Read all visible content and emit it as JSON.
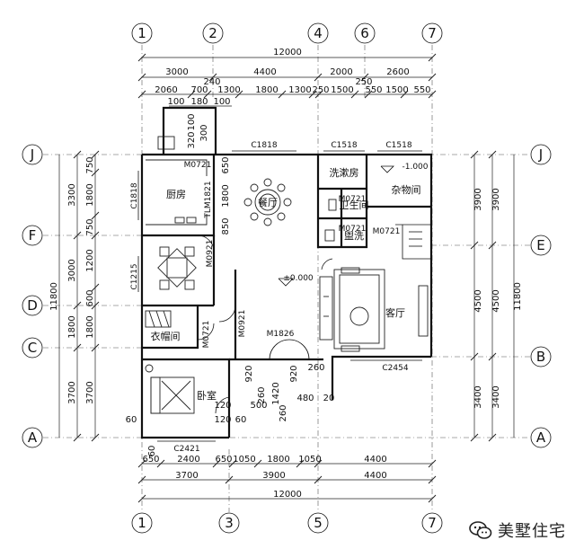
{
  "grid_labels_top": [
    "1",
    "2",
    "4",
    "6",
    "7"
  ],
  "grid_labels_bottom": [
    "1",
    "3",
    "5",
    "7"
  ],
  "grid_labels_left": [
    "J",
    "F",
    "D",
    "C",
    "A"
  ],
  "grid_labels_right": [
    "J",
    "E",
    "B",
    "A"
  ],
  "top_dims": {
    "overall": "12000",
    "row1": [
      "3000",
      "4400",
      "2000",
      "2600"
    ],
    "row2": [
      "2060",
      "700",
      "1300",
      "1800",
      "1300",
      "250",
      "1500",
      "550",
      "1500",
      "550"
    ],
    "row2_extra": [
      "240",
      "250"
    ],
    "row3": [
      "100",
      "180",
      "100"
    ]
  },
  "bottom_dims": {
    "row1": [
      "650",
      "2400",
      "650",
      "1050",
      "1800",
      "1050",
      "4400"
    ],
    "row2": [
      "3700",
      "3900",
      "4400"
    ],
    "overall": "12000"
  },
  "left_dims": {
    "outer": "11800",
    "middle": [
      "3300",
      "3000",
      "1800",
      "3700"
    ],
    "inner": [
      "750",
      "1800",
      "750",
      "1200",
      "600",
      "1800",
      "3700"
    ]
  },
  "right_dims": {
    "outer": "11800",
    "middle": [
      "3900",
      "4500",
      "3400"
    ],
    "inner": [
      "3900",
      "4500",
      "3400"
    ]
  },
  "rooms": {
    "kitchen": "厨房",
    "dining": "餐厅",
    "laundry": "洗漱房",
    "storage": "杂物间",
    "toilet": "卫生间",
    "washroom": "盥洗",
    "living": "客厅",
    "cloakroom": "衣帽间",
    "bedroom": "卧室"
  },
  "codes": {
    "c1818_top": "C1818",
    "c1518_a": "C1518",
    "c1518_b": "C1518",
    "level_minus": "-1.000",
    "level_zero": "±0.000",
    "m0721_a": "M0721",
    "m0721_b": "M0721",
    "m0721_c": "M0721",
    "m0721_d": "M0721",
    "m0721_e": "M0721",
    "c1818_left": "C1818",
    "tlm1821": "TLM1821",
    "m0921_a": "M0921",
    "m0921_b": "M0921",
    "c1215": "C1215",
    "m1826": "M1826",
    "c2454": "C2454",
    "c2421": "C2421"
  },
  "inner_dims": {
    "k650": "650",
    "k1800": "1800",
    "k850": "850",
    "s920a": "920",
    "s920b": "920",
    "s1420": "1420",
    "s260a": "260",
    "s260b": "260",
    "s260c": "260",
    "s500": "500",
    "s480": "480",
    "s120a": "120",
    "s120b": "120",
    "s60a": "60",
    "s60b": "60",
    "s60c": "60",
    "s20": "20",
    "v100": "100",
    "v300": "300",
    "v320": "320"
  },
  "watermark": {
    "icon": "wechat-icon",
    "text": "美墅住宅"
  }
}
